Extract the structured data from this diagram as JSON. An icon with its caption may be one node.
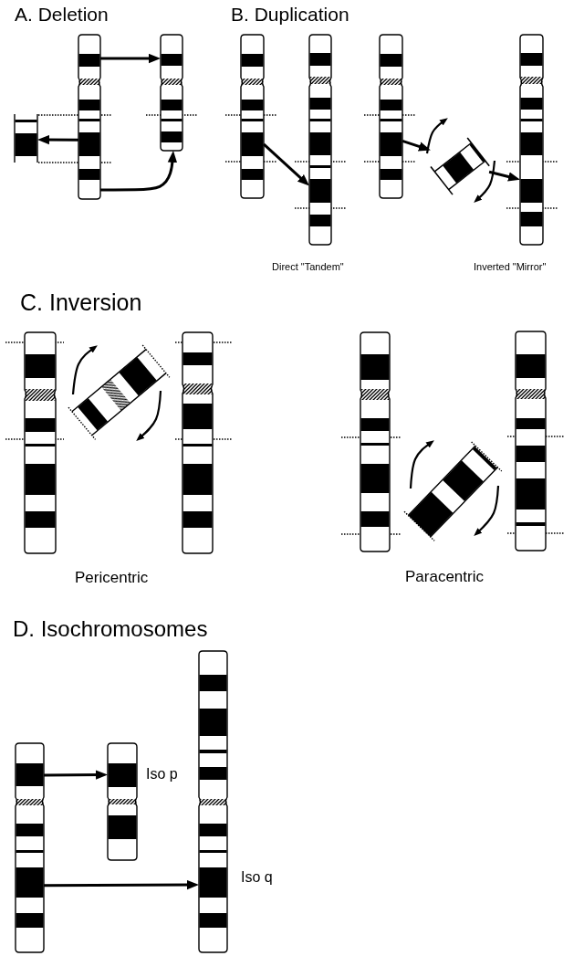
{
  "diagram": {
    "nodes": [
      {
        "text": [],
        "shape": "bar"
      },
      {
        "text": [],
        "shape": "bar"
      },
      {
        "text": [],
        "shape": "bar"
      },
      {
        "text": [],
        "shape": "bar"
      },
      {
        "text": [],
        "shape": "bar",
        "beside": [
          "Direct \"Tandem\""
        ]
      },
      {
        "text": [],
        "shape": "bar"
      },
      {
        "text": [],
        "shape": "bar"
      },
      {
        "text": [],
        "shape": "bar",
        "beside": [
          "Inverted \"Mirror\""
        ]
      },
      {
        "text": [],
        "shape": "bar"
      },
      {
        "text": [],
        "shape": "bar"
      },
      {
        "text": [],
        "shape": "bar"
      },
      {
        "text": [],
        "shape": "bar"
      },
      {
        "text": [],
        "shape": "bar"
      },
      {
        "text": [],
        "shape": "bar"
      },
      {
        "text": [],
        "shape": "bar"
      },
      {
        "text": [],
        "shape": "bar",
        "beside": [
          "Iso p"
        ]
      },
      {
        "text": [],
        "shape": "bar",
        "beside": [
          "Iso q"
        ]
      }
    ],
    "edges": [
      {
        "from": 0,
        "to": 2,
        "arrow": "to"
      },
      {
        "from": 0,
        "to": 1,
        "arrow": "to"
      },
      {
        "from": 0,
        "to": 2,
        "arrow": "to"
      },
      {
        "from": 3,
        "to": 4,
        "arrow": "to"
      },
      {
        "from": 5,
        "to": 6,
        "arrow": "to"
      },
      {
        "from": 6,
        "to": 7,
        "arrow": "to"
      },
      {
        "from": 14,
        "to": 15,
        "arrow": "to"
      },
      {
        "from": 14,
        "to": 16,
        "arrow": "to"
      }
    ],
    "labels": [
      "A. Deletion",
      "B. Duplication",
      "C. Inversion",
      "Pericentric",
      "Paracentric",
      "D. Isochromosomes"
    ]
  }
}
